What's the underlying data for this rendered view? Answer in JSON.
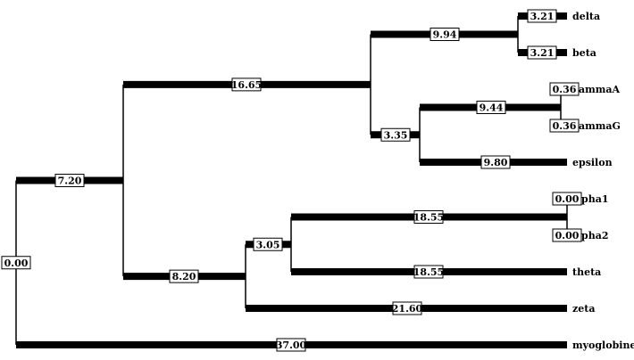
{
  "tree": {
    "leaves": [
      {
        "id": "delta",
        "label": "delta",
        "branch": "3.21"
      },
      {
        "id": "beta",
        "label": "beta",
        "branch": "3.21"
      },
      {
        "id": "gammaA",
        "label": "ammaA",
        "branch": "0.36"
      },
      {
        "id": "gammaG",
        "label": "ammaG",
        "branch": "0.36"
      },
      {
        "id": "epsilon",
        "label": "epsilon",
        "branch": "9.80"
      },
      {
        "id": "alpha1",
        "label": "pha1",
        "branch": "0.00"
      },
      {
        "id": "alpha2",
        "label": "pha2",
        "branch": "0.00"
      },
      {
        "id": "theta",
        "label": "theta",
        "branch": "18.55"
      },
      {
        "id": "zeta",
        "label": "zeta",
        "branch": "21.60"
      },
      {
        "id": "myoglobine",
        "label": "myoglobine",
        "branch": "37.00"
      }
    ],
    "internal_branches": [
      {
        "id": "root",
        "branch": "0.00"
      },
      {
        "id": "globin-clade",
        "branch": "7.20"
      },
      {
        "id": "beta-group",
        "branch": "16.65"
      },
      {
        "id": "delta-beta",
        "branch": "9.94"
      },
      {
        "id": "gamma-epsilon",
        "branch": "3.35"
      },
      {
        "id": "gamma-pair",
        "branch": "9.44"
      },
      {
        "id": "alpha-group",
        "branch": "8.20"
      },
      {
        "id": "alpha-theta",
        "branch": "3.05"
      },
      {
        "id": "alpha-pair",
        "branch": "18.55"
      }
    ]
  },
  "colors": {
    "line": "#000000",
    "background": "#ffffff"
  }
}
